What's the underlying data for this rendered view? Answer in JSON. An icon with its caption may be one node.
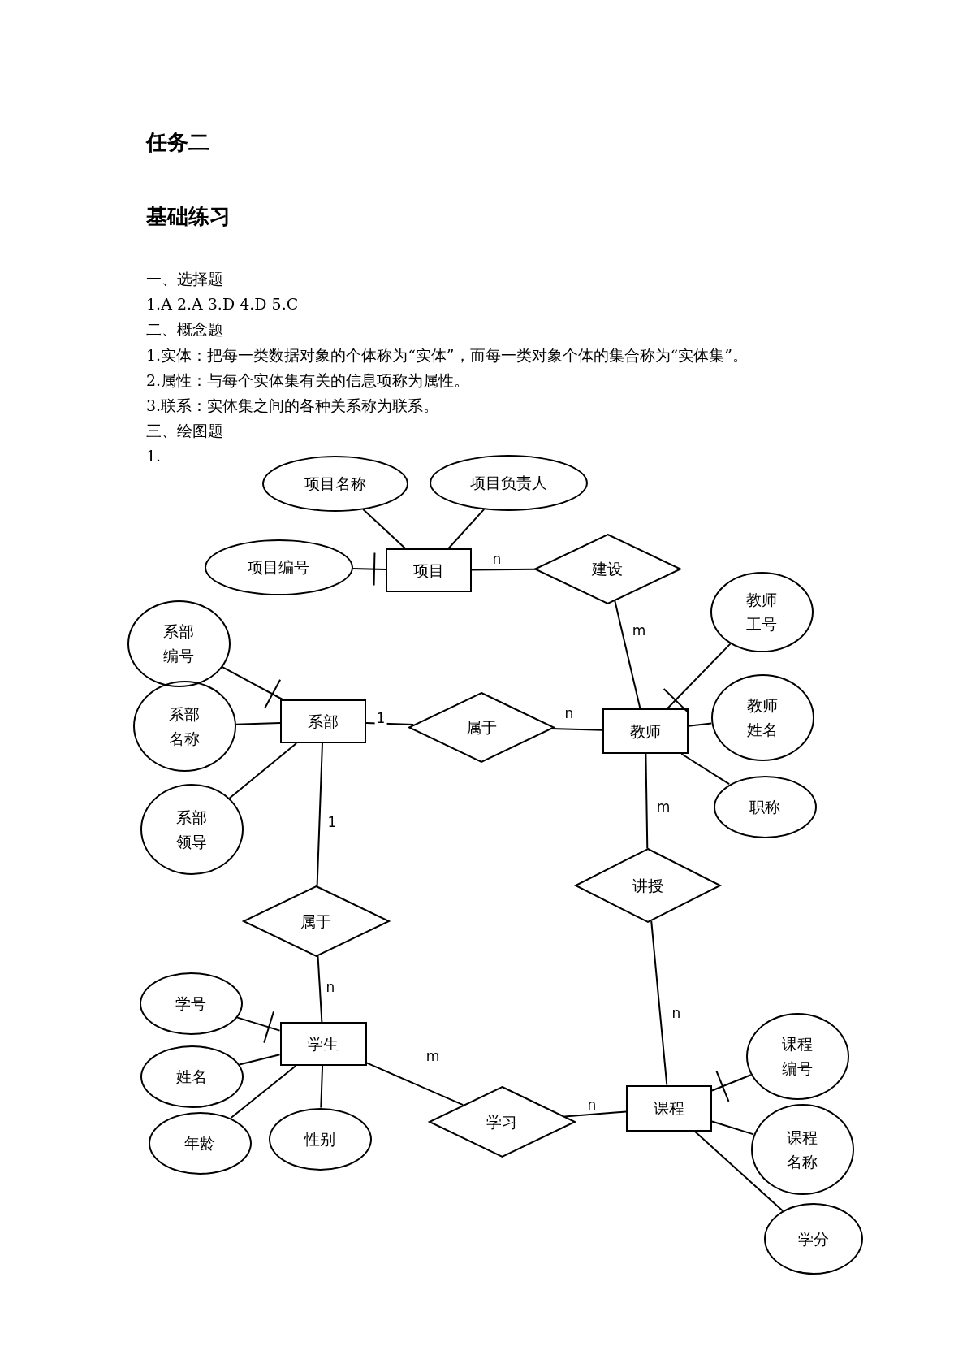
{
  "diagram": {
    "title": "任务二",
    "labels": [
      "基础练习",
      "一、选择题",
      "1.A 2.A 3.D 4.D 5.C",
      "二、概念题",
      "1.实体：把每一类数据对象的个体称为“实体”，而每一类对象个体的集合称为“实体集”。",
      "2.属性：与每个实体集有关的信息项称为属性。",
      "3.联系：实体集之间的各种关系称为联系。",
      "三、绘图题",
      "1."
    ],
    "nodes": [
      {
        "text": [
          "项目名称"
        ]
      },
      {
        "text": [
          "项目负责人"
        ]
      },
      {
        "text": [
          "项目编号"
        ]
      },
      {
        "text": [
          "项目"
        ]
      },
      {
        "text": [
          "建设"
        ]
      },
      {
        "text": [
          "教师工号"
        ]
      },
      {
        "text": [
          "系部编号"
        ]
      },
      {
        "text": [
          "系部"
        ]
      },
      {
        "text": [
          "属于"
        ]
      },
      {
        "text": [
          "教师"
        ]
      },
      {
        "text": [
          "系部名称"
        ]
      },
      {
        "text": [
          "教师姓名"
        ]
      },
      {
        "text": [
          "职称"
        ]
      },
      {
        "text": [
          "系部领导"
        ]
      },
      {
        "text": [
          "讲授"
        ]
      },
      {
        "text": [
          "属于"
        ]
      },
      {
        "text": [
          "学号"
        ]
      },
      {
        "text": [
          "学生"
        ]
      },
      {
        "text": [
          "课程编号"
        ]
      },
      {
        "text": [
          "姓名"
        ]
      },
      {
        "text": [
          "课程"
        ]
      },
      {
        "text": [
          "学习"
        ]
      },
      {
        "text": [
          "年龄"
        ]
      },
      {
        "text": [
          "性别"
        ]
      },
      {
        "text": [
          "课程名称"
        ]
      },
      {
        "text": [
          "学分"
        ]
      }
    ],
    "edges": [
      {
        "from": 0,
        "to": 3,
        "arrow": "none"
      },
      {
        "from": 1,
        "to": 3,
        "arrow": "none"
      },
      {
        "from": 2,
        "to": 3,
        "arrow": "other"
      },
      {
        "from": 3,
        "to": 4,
        "arrow": "none",
        "label": "n"
      },
      {
        "from": 4,
        "to": 9,
        "arrow": "none",
        "label": "m"
      },
      {
        "from": 5,
        "to": 9,
        "arrow": "other"
      },
      {
        "from": 6,
        "to": 7,
        "arrow": "other"
      },
      {
        "from": 7,
        "to": 8,
        "arrow": "none",
        "label": "1"
      },
      {
        "from": 8,
        "to": 9,
        "arrow": "none",
        "label": "n"
      },
      {
        "from": 10,
        "to": 7,
        "arrow": "none"
      },
      {
        "from": 11,
        "to": 9,
        "arrow": "none"
      },
      {
        "from": 12,
        "to": 9,
        "arrow": "none"
      },
      {
        "from": 13,
        "to": 7,
        "arrow": "none"
      },
      {
        "from": 9,
        "to": 14,
        "arrow": "none",
        "label": "m"
      },
      {
        "from": 7,
        "to": 15,
        "arrow": "none",
        "label": "1"
      },
      {
        "from": 15,
        "to": 17,
        "arrow": "none",
        "label": "n"
      },
      {
        "from": 14,
        "to": 20,
        "arrow": "none",
        "label": "n"
      },
      {
        "from": 16,
        "to": 17,
        "arrow": "other"
      },
      {
        "from": 17,
        "to": 21,
        "arrow": "none",
        "label": "m"
      },
      {
        "from": 19,
        "to": 17,
        "arrow": "none"
      },
      {
        "from": 21,
        "to": 20,
        "arrow": "none",
        "label": "n"
      },
      {
        "from": 22,
        "to": 17,
        "arrow": "none"
      },
      {
        "from": 23,
        "to": 17,
        "arrow": "none"
      },
      {
        "from": 18,
        "to": 20,
        "arrow": "other"
      },
      {
        "from": 24,
        "to": 20,
        "arrow": "none"
      },
      {
        "from": 25,
        "to": 20,
        "arrow": "none"
      }
    ]
  }
}
